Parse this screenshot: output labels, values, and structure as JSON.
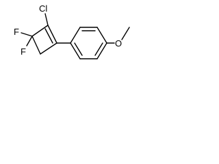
{
  "molecule": {
    "atoms": {
      "cl": "Cl",
      "f_top": "F",
      "f_bottom": "F",
      "o": "O"
    }
  }
}
